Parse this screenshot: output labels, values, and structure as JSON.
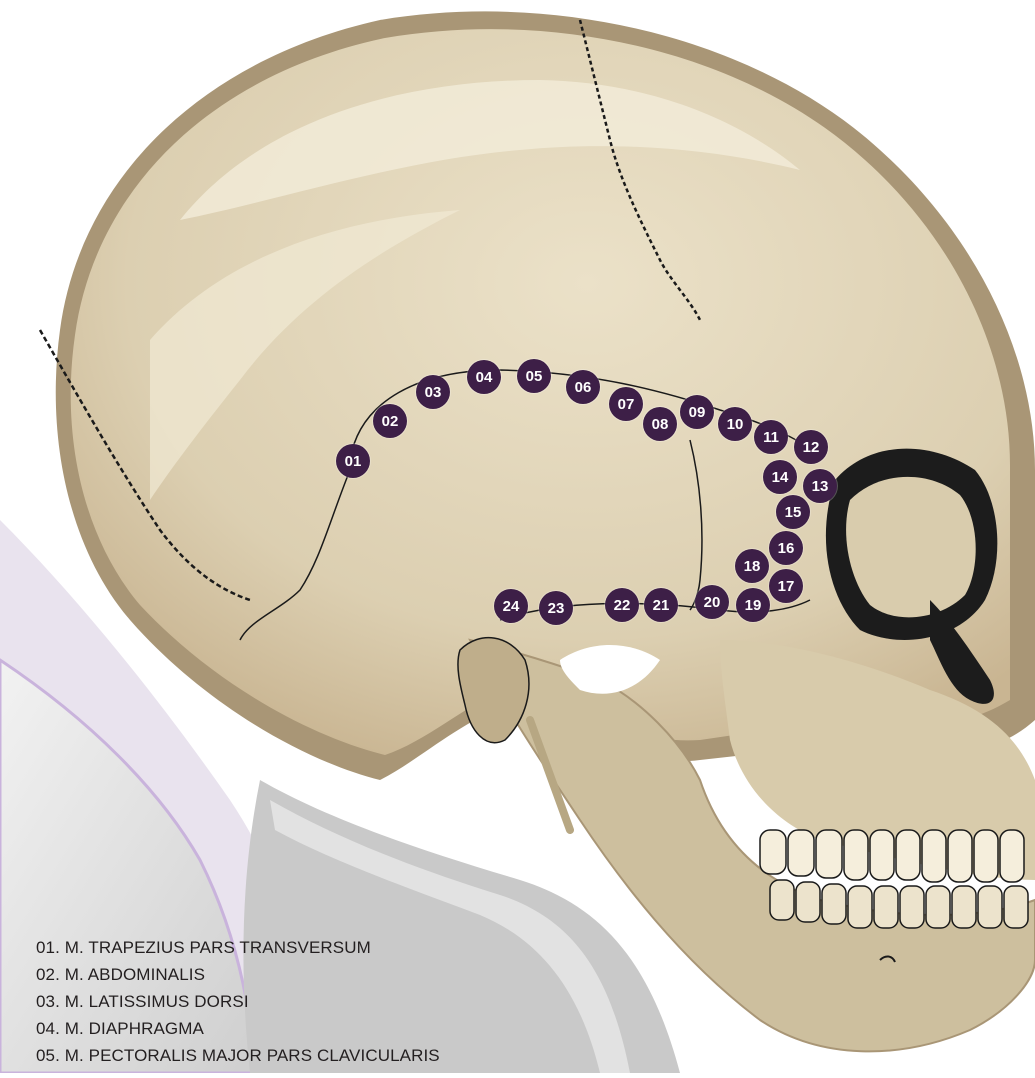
{
  "markers": [
    {
      "label": "01"
    },
    {
      "label": "02"
    },
    {
      "label": "03"
    },
    {
      "label": "04"
    },
    {
      "label": "05"
    },
    {
      "label": "06"
    },
    {
      "label": "07"
    },
    {
      "label": "08"
    },
    {
      "label": "09"
    },
    {
      "label": "10"
    },
    {
      "label": "11"
    },
    {
      "label": "12"
    },
    {
      "label": "13"
    },
    {
      "label": "14"
    },
    {
      "label": "15"
    },
    {
      "label": "16"
    },
    {
      "label": "17"
    },
    {
      "label": "18"
    },
    {
      "label": "19"
    },
    {
      "label": "20"
    },
    {
      "label": "21"
    },
    {
      "label": "22"
    },
    {
      "label": "23"
    },
    {
      "label": "24"
    }
  ],
  "legend": [
    "01. M. TRAPEZIUS PARS TRANSVERSUM",
    "02. M. ABDOMINALIS",
    "03. M. LATISSIMUS DORSI",
    "04. M. DIAPHRAGMA",
    "05. M. PECTORALIS MAJOR PARS CLAVICULARIS"
  ],
  "colors": {
    "marker_fill": "#3d1f47",
    "marker_text": "#ffffff",
    "bone_light": "#e6dcc3",
    "bone_mid": "#c9b592",
    "bone_dark": "#a99676",
    "background_accent": "#d9c6e6"
  }
}
